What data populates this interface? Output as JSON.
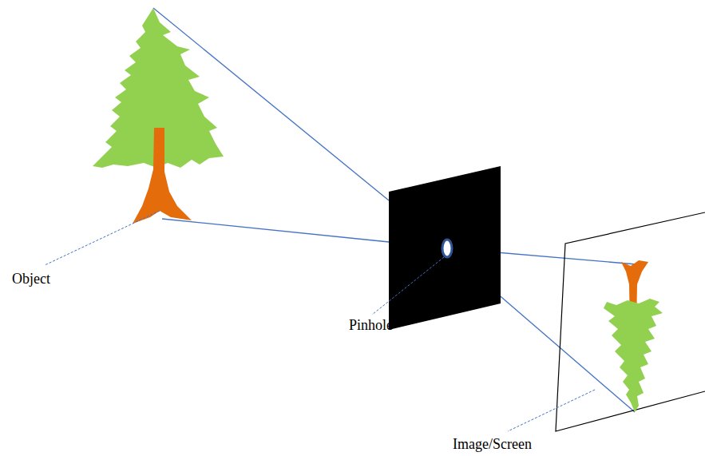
{
  "diagram": {
    "labels": [
      "Object",
      "Pinhole",
      "Image/Screen"
    ]
  }
}
